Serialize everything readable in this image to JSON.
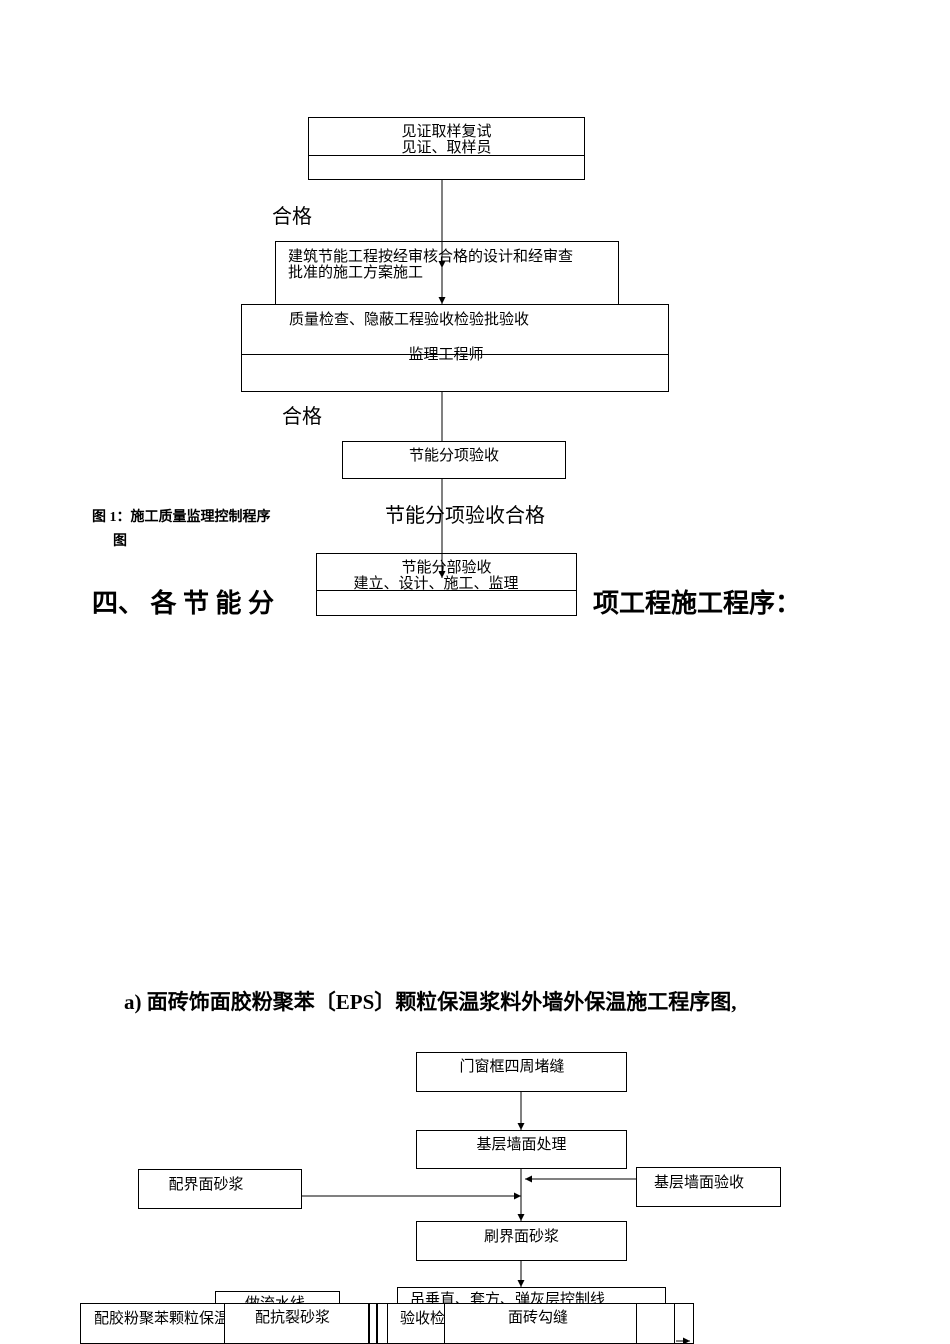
{
  "flow1": {
    "box_witness": {
      "line1": "见证取样复试",
      "line2": "见证、取样员"
    },
    "label_pass1": "合格",
    "box_design": {
      "line1": "建筑节能工程按经审核合格的设计和经审查",
      "line2": "批准的施工方案施工"
    },
    "box_quality": {
      "line1": "质量检查、隐蔽工程验收检验批验收",
      "line2": "监理工程师"
    },
    "label_pass2": "合格",
    "box_item": {
      "line1": "节能分项验收"
    },
    "label_item_pass": "节能分项验收合格",
    "box_division": {
      "line1": "节能分部验收",
      "line2": "建立、设计、施工、监理"
    }
  },
  "figure_caption": {
    "line1": "图 1：施工质量监理控制程序",
    "line2": "图"
  },
  "section_heading": {
    "left": "四、 各 节 能 分",
    "right": "项工程施工程序："
  },
  "subsection_title": "a)  面砖饰面胶粉聚苯〔EPS〕颗粒保温浆料外墙外保温施工程序图,",
  "flow2": {
    "box_frame": "门窗框四周堵缝",
    "box_base": "基层墙面处理",
    "box_mix_interface": "配界面砂浆",
    "box_base_check": "基层墙面验收",
    "box_brush": "刷界面砂浆",
    "box_plumb": "吊垂直、套方、弹灰层控制线",
    "box_do_lines": "做流水线",
    "box_mix_eps": "配胶粉聚苯颗粒保温浆料",
    "box_mix_crack": "配抗裂砂浆",
    "box_check": "验收检查",
    "box_joint": "面砖勾缝"
  },
  "colors": {
    "line": "#000000",
    "background": "#ffffff"
  }
}
